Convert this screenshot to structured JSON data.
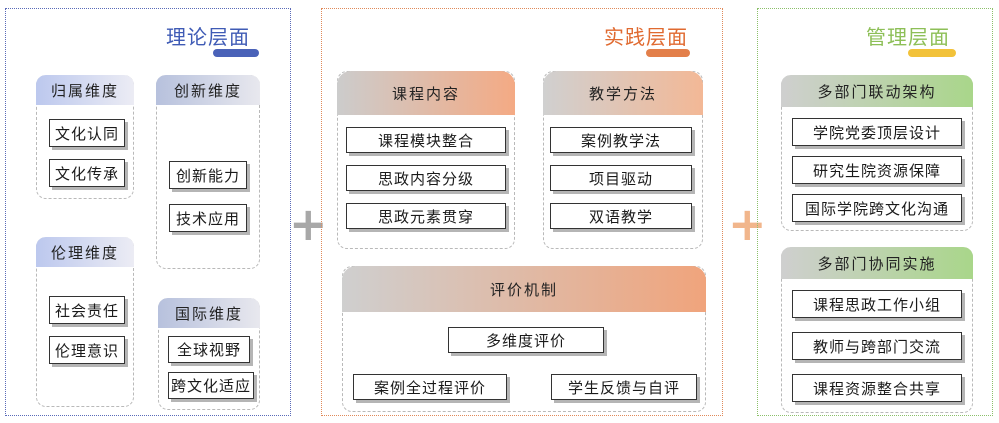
{
  "colors": {
    "theory": "#4a62b8",
    "practice": "#e26e3b",
    "management": "#8ab84a"
  },
  "theory": {
    "title": "理论层面",
    "dims": [
      {
        "title": "归属维度",
        "items": [
          "文化认同",
          "文化传承"
        ]
      },
      {
        "title": "创新维度",
        "items": [
          "创新能力",
          "技术应用"
        ]
      },
      {
        "title": "伦理维度",
        "items": [
          "社会责任",
          "伦理意识"
        ]
      },
      {
        "title": "国际维度",
        "items": [
          "全球视野",
          "跨文化适应"
        ]
      }
    ]
  },
  "practice": {
    "title": "实践层面",
    "course": {
      "title": "课程内容",
      "items": [
        "课程模块整合",
        "思政内容分级",
        "思政元素贯穿"
      ]
    },
    "method": {
      "title": "教学方法",
      "items": [
        "案例教学法",
        "项目驱动",
        "双语教学"
      ]
    },
    "evaluation": {
      "title": "评价机制",
      "items": [
        "多维度评价",
        "案例全过程评价",
        "学生反馈与自评"
      ]
    }
  },
  "management": {
    "title": "管理层面",
    "framework": {
      "title": "多部门联动架构",
      "items": [
        "学院党委顶层设计",
        "研究生院资源保障",
        "国际学院跨文化沟通"
      ]
    },
    "implementation": {
      "title": "多部门协同实施",
      "items": [
        "课程思政工作小组",
        "教师与跨部门交流",
        "课程资源整合共享"
      ]
    }
  },
  "connectors": {
    "plus1": "+",
    "plus2": "+"
  }
}
